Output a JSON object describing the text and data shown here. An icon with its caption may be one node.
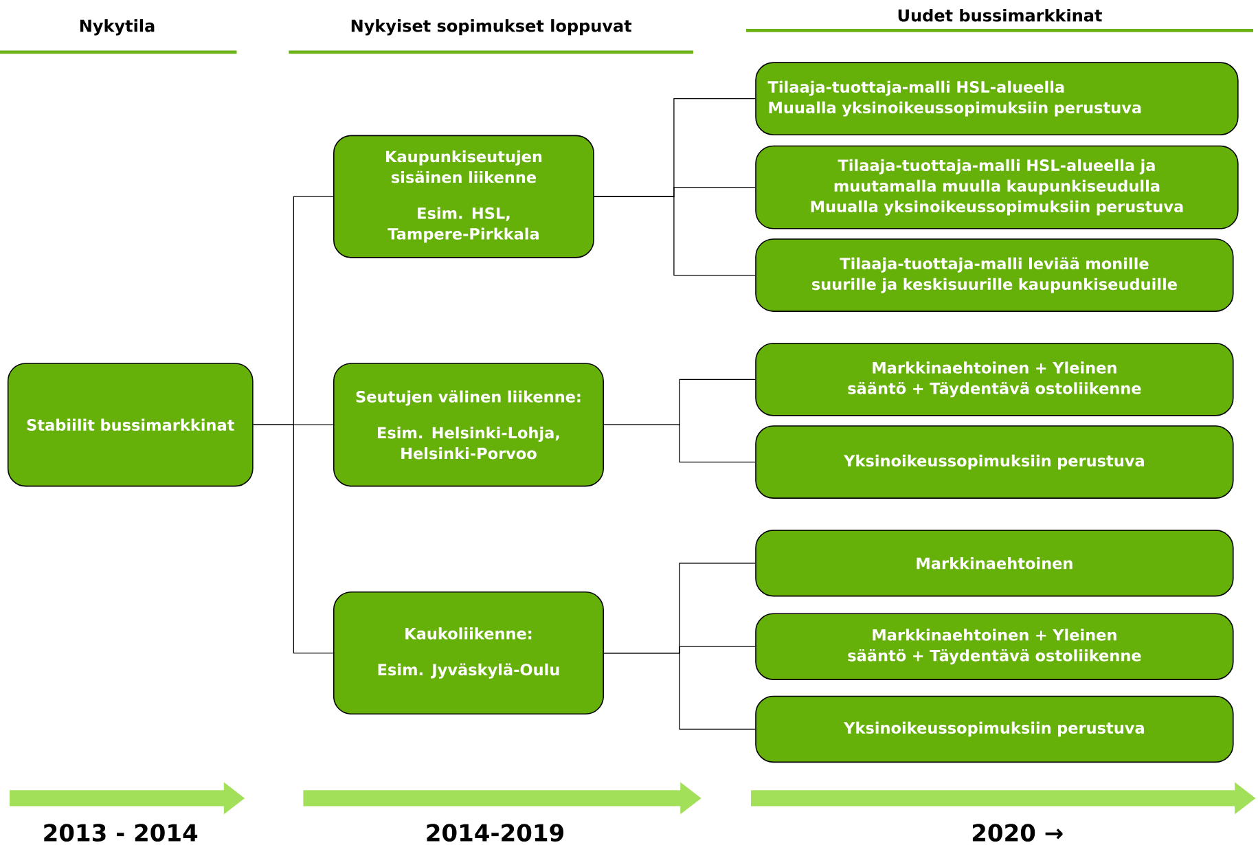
{
  "diagram": {
    "nodes": [
      {
        "text": [
          "Stabiilit bussimarkkinat"
        ]
      },
      {
        "text": [
          "Kaupunkiseutujen sisäinen liikenne",
          "Esim. HSL, Tampere-Pirkkala"
        ]
      },
      {
        "text": [
          "Seutujen välinen liikenne:",
          "Esim. Helsinki-Lohja, Helsinki-Porvoo"
        ]
      },
      {
        "text": [
          "Kaukoliikenne:",
          "Esim. Jyväskylä-Oulu"
        ]
      },
      {
        "text": [
          "Tilaaja-tuottaja-malli HSL-alueella",
          "Muualla yksinoikeussopimuksiin perustuva"
        ]
      },
      {
        "text": [
          "Tilaaja-tuottaja-malli HSL-alueella ja muutamalla muulla kaupunkiseudulla",
          "Muualla yksinoikeussopimuksiin perustuva"
        ]
      },
      {
        "text": [
          "Tilaaja-tuottaja-malli leviää monille suurille ja keskisuurille kaupunkiseuduille"
        ]
      },
      {
        "text": [
          "Markkinaehtoinen + Yleinen sääntö + Täydentävä ostoliikenne"
        ]
      },
      {
        "text": [
          "Yksinoikeussopimuksiin perustuva"
        ]
      },
      {
        "text": [
          "Markkinaehtoinen"
        ]
      },
      {
        "text": [
          "Markkinaehtoinen + Yleinen sääntö + Täydentävä ostoliikenne"
        ]
      },
      {
        "text": [
          "Yksinoikeussopimuksiin perustuva"
        ]
      }
    ],
    "edges": [
      {
        "from": 0,
        "to": 1,
        "arrow": "none"
      },
      {
        "from": 0,
        "to": 2,
        "arrow": "none"
      },
      {
        "from": 0,
        "to": 3,
        "arrow": "none"
      },
      {
        "from": 1,
        "to": 4,
        "arrow": "none"
      },
      {
        "from": 1,
        "to": 5,
        "arrow": "none"
      },
      {
        "from": 1,
        "to": 6,
        "arrow": "none"
      },
      {
        "from": 2,
        "to": 7,
        "arrow": "none"
      },
      {
        "from": 2,
        "to": 8,
        "arrow": "none"
      },
      {
        "from": 3,
        "to": 9,
        "arrow": "none"
      },
      {
        "from": 3,
        "to": 10,
        "arrow": "none"
      },
      {
        "from": 3,
        "to": 11,
        "arrow": "none"
      }
    ],
    "labels": [
      "Nykytila",
      "Nykyiset sopimukset loppuvat",
      "Uudet bussimarkkinat",
      "2013 - 2014",
      "2014-2019",
      "2020 →"
    ]
  }
}
